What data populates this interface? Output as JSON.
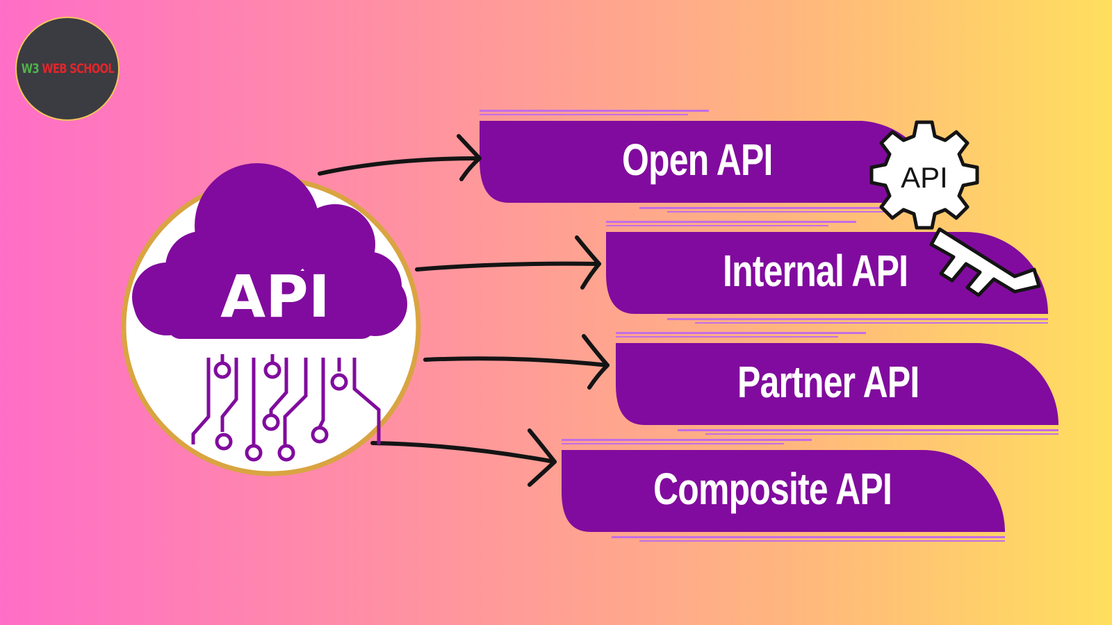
{
  "logo": {
    "prefix": "W3",
    "name": "WEB SCHOOL"
  },
  "hub": {
    "label": "API"
  },
  "key": {
    "label": "API"
  },
  "api_types": [
    {
      "label": "Open API"
    },
    {
      "label": "Internal API"
    },
    {
      "label": "Partner API"
    },
    {
      "label": "Composite API"
    }
  ],
  "colors": {
    "banner": "#810b9e",
    "hub_fill": "#ffffff",
    "hub_border": "#d9a441",
    "stripe": "#c36de6"
  }
}
